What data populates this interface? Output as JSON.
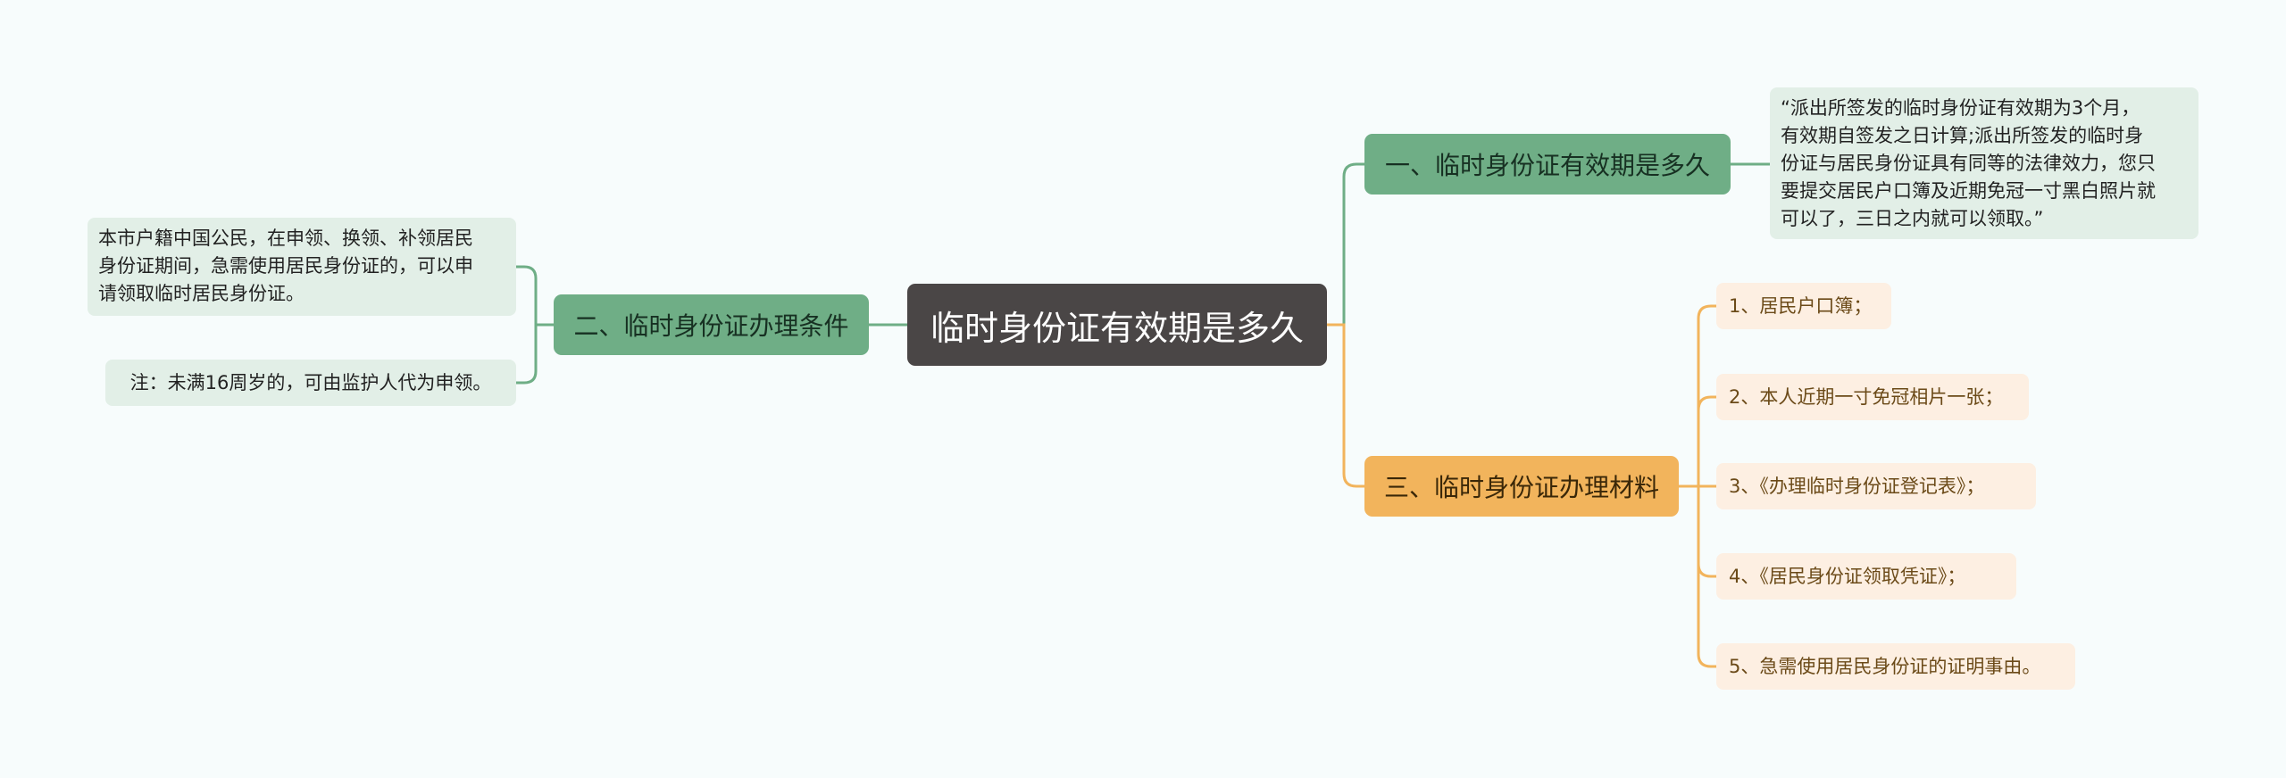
{
  "root": {
    "title": "临时身份证有效期是多久"
  },
  "branches": {
    "b1": {
      "label": "一、临时身份证有效期是多久"
    },
    "b2": {
      "label": "二、临时身份证办理条件"
    },
    "b3": {
      "label": "三、临时身份证办理材料"
    }
  },
  "leaves": {
    "b1_quote": [
      "“派出所签发的临时身份证有效期为3个月，",
      "有效期自签发之日计算;派出所签发的临时身",
      "份证与居民身份证具有同等的法律效力，您只",
      "要提交居民户口簿及近期免冠一寸黑白照片就",
      "可以了，三日之内就可以领取。”"
    ],
    "b2_cond": [
      "本市户籍中国公民，在申领、换领、补领居民",
      "身份证期间，急需使用居民身份证的，可以申",
      "请领取临时居民身份证。"
    ],
    "b2_note": "注：未满16周岁的，可由监护人代为申领。",
    "b3_items": [
      "1、居民户口簿；",
      "2、本人近期一寸免冠相片一张；",
      "3、《办理临时身份证登记表》；",
      "4、《居民身份证领取凭证》；",
      "5、急需使用居民身份证的证明事由。"
    ]
  },
  "colors": {
    "background": "#f7fcfc",
    "root": "#4a4646",
    "green_branch": "#6fae86",
    "orange_branch": "#f2b45c",
    "green_leaf": "#e2efe7",
    "orange_leaf": "#fdefe2"
  }
}
